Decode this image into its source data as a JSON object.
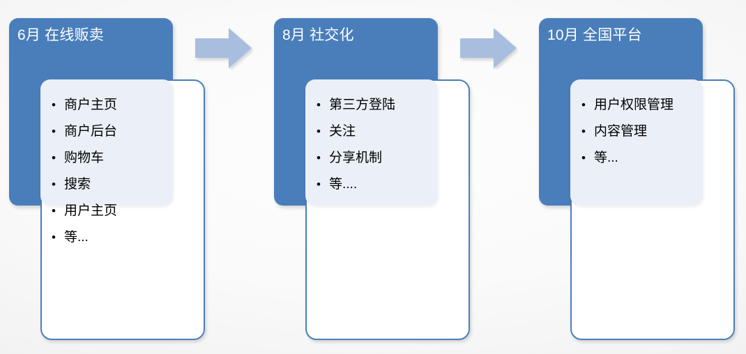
{
  "diagram": {
    "type": "process-roadmap",
    "background_color": "#F5F5F5",
    "accent_color": "#4A7EBB",
    "panel_color": "#EAEFF8",
    "arrow_color": "#A8BEDE",
    "stages": [
      {
        "id": "stage-1",
        "header": "6月 在线贩卖",
        "month": "6月",
        "name": "在线贩卖",
        "items": [
          "商户主页",
          "商户后台",
          "购物车",
          "搜索",
          "用户主页",
          "等..."
        ]
      },
      {
        "id": "stage-2",
        "header": "8月 社交化",
        "month": "8月",
        "name": "社交化",
        "items": [
          "第三方登陆",
          "关注",
          "分享机制",
          "等...."
        ]
      },
      {
        "id": "stage-3",
        "header": "10月 全国平台",
        "month": "10月",
        "name": "全国平台",
        "items": [
          "用户权限管理",
          "内容管理",
          "等..."
        ]
      }
    ],
    "connectors": [
      {
        "id": "arrow-1",
        "icon": "arrow-right-icon",
        "from": "stage-1",
        "to": "stage-2"
      },
      {
        "id": "arrow-2",
        "icon": "arrow-right-icon",
        "from": "stage-2",
        "to": "stage-3"
      }
    ]
  }
}
